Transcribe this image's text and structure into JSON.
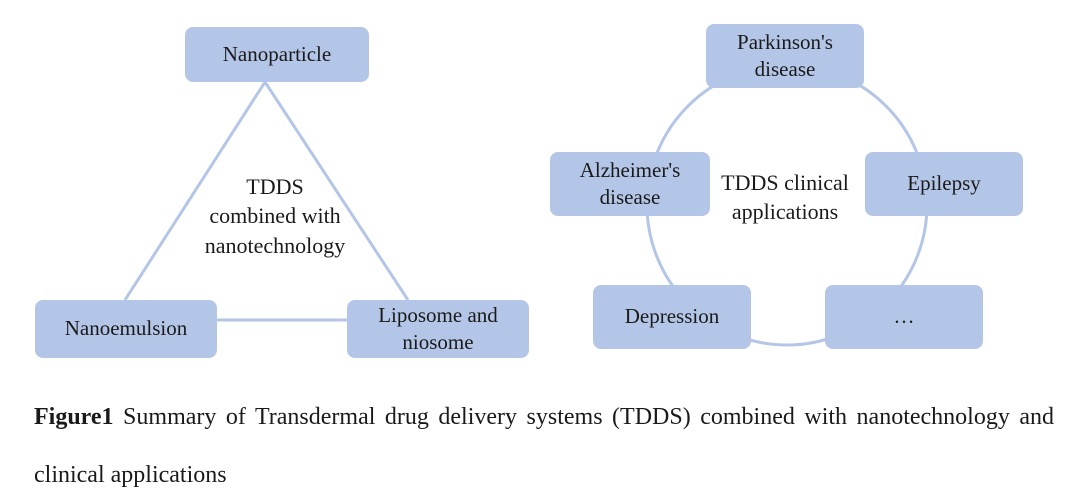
{
  "left_diagram": {
    "center_label": [
      "TDDS",
      "combined with",
      "nanotechnology"
    ],
    "nodes": {
      "nanoparticle": [
        "Nanoparticle"
      ],
      "nanoemulsion": [
        "Nanoemulsion"
      ],
      "liposome": [
        "Liposome and",
        "niosome"
      ]
    }
  },
  "right_diagram": {
    "center_label": [
      "TDDS clinical",
      "applications"
    ],
    "nodes": {
      "parkinsons": [
        "Parkinson's",
        "disease"
      ],
      "alzheimers": [
        "Alzheimer's",
        "disease"
      ],
      "epilepsy": [
        "Epilepsy"
      ],
      "depression": [
        "Depression"
      ],
      "more": [
        "…"
      ]
    }
  },
  "caption": {
    "label": "Figure1",
    "text": " Summary of Transdermal drug delivery systems (TDDS) combined with nanotechnology and clinical applications"
  },
  "colors": {
    "node_fill": "#b4c6e7",
    "connector": "#b4c6e7",
    "text": "#1a1a1a"
  }
}
